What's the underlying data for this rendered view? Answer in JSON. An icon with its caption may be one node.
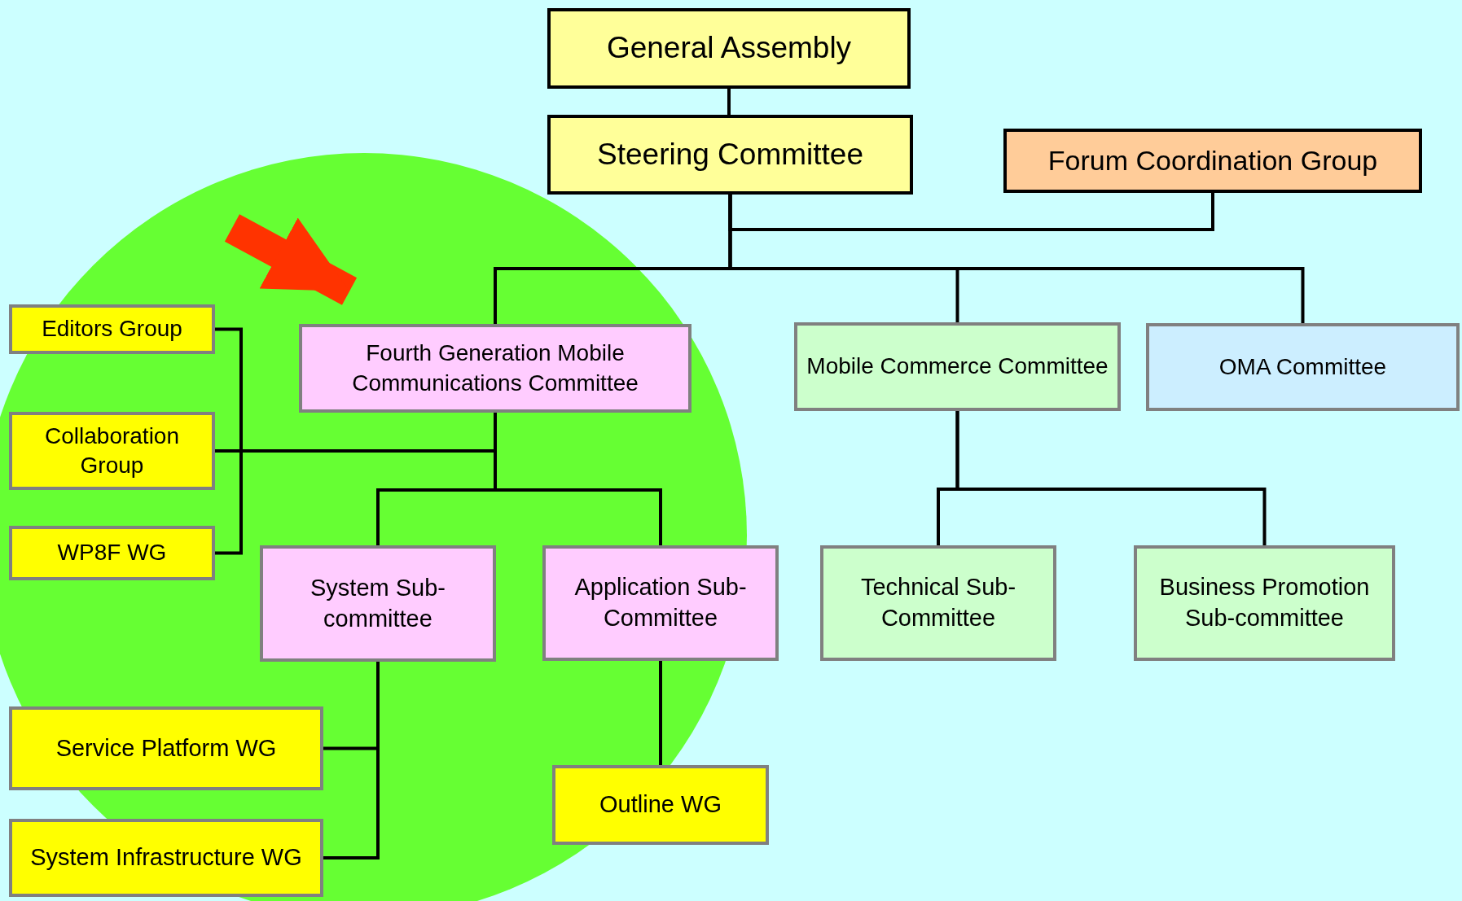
{
  "diagram": {
    "nodes": [
      {
        "text": [
          "General Assembly"
        ]
      },
      {
        "text": [
          "Steering Committee"
        ]
      },
      {
        "text": [
          "Forum Coordination Group"
        ]
      },
      {
        "text": [
          "Fourth Generation Mobile Communications Committee"
        ]
      },
      {
        "text": [
          "Mobile Commerce Committee"
        ]
      },
      {
        "text": [
          "OMA Committee"
        ]
      },
      {
        "text": [
          "Editors Group"
        ]
      },
      {
        "text": [
          "Collaboration Group"
        ]
      },
      {
        "text": [
          "WP8F WG"
        ]
      },
      {
        "text": [
          "System Sub-committee"
        ]
      },
      {
        "text": [
          "Application Sub-Committee"
        ]
      },
      {
        "text": [
          "Technical Sub-Committee"
        ]
      },
      {
        "text": [
          "Business Promotion Sub-committee"
        ]
      },
      {
        "text": [
          "Service Platform WG"
        ]
      },
      {
        "text": [
          "System Infrastructure WG"
        ]
      },
      {
        "text": [
          "Outline WG"
        ]
      }
    ],
    "edges": [
      {
        "from": 0,
        "to": 1,
        "arrow": "none"
      },
      {
        "from": 2,
        "to": 1,
        "arrow": "none"
      },
      {
        "from": 1,
        "to": 3,
        "arrow": "none"
      },
      {
        "from": 1,
        "to": 4,
        "arrow": "none"
      },
      {
        "from": 1,
        "to": 5,
        "arrow": "none"
      },
      {
        "from": 3,
        "to": 6,
        "arrow": "none"
      },
      {
        "from": 3,
        "to": 7,
        "arrow": "none"
      },
      {
        "from": 3,
        "to": 8,
        "arrow": "none"
      },
      {
        "from": 3,
        "to": 9,
        "arrow": "none"
      },
      {
        "from": 3,
        "to": 10,
        "arrow": "none"
      },
      {
        "from": 4,
        "to": 11,
        "arrow": "none"
      },
      {
        "from": 4,
        "to": 12,
        "arrow": "none"
      },
      {
        "from": 9,
        "to": 13,
        "arrow": "none"
      },
      {
        "from": 9,
        "to": 14,
        "arrow": "none"
      },
      {
        "from": 10,
        "to": 15,
        "arrow": "none"
      },
      {
        "from": null,
        "to": 3,
        "arrow": "to",
        "style": "thick",
        "color": "#ff3300"
      }
    ]
  }
}
